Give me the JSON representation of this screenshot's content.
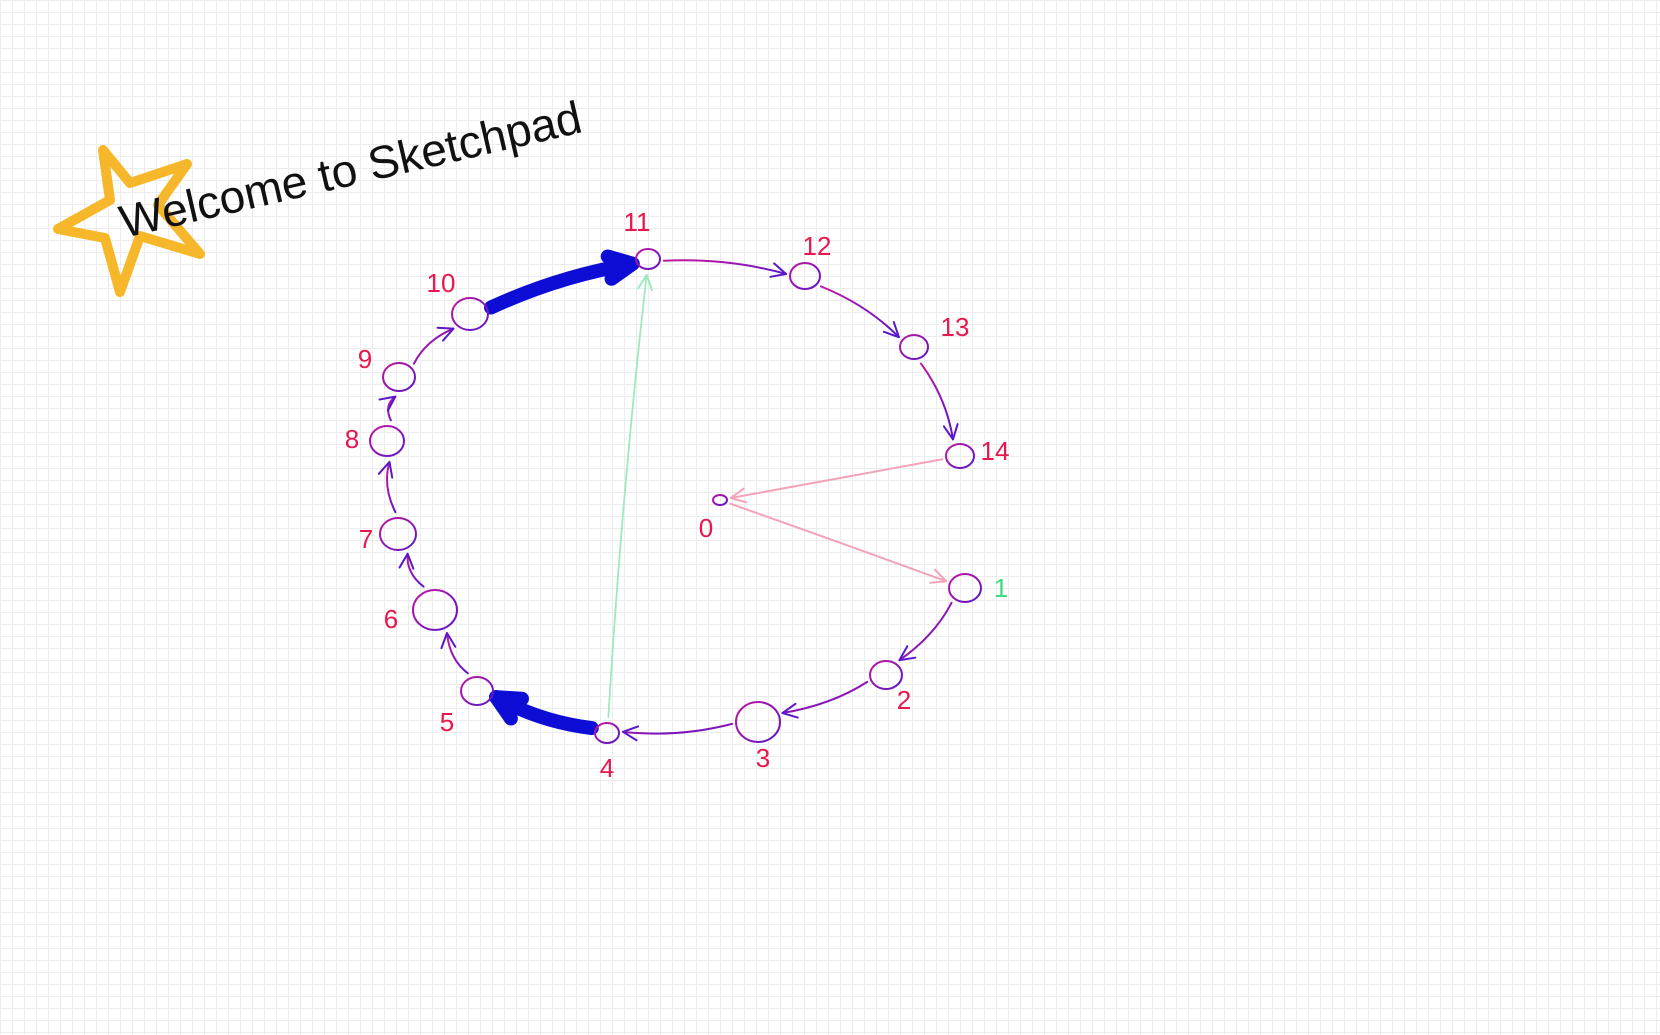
{
  "app": {
    "welcome_text": "Welcome to Sketchpad"
  },
  "colors": {
    "grid": "#ececec",
    "label": "#e8174d",
    "label_highlight": "#3ddc84",
    "stroke_magenta": "#c2189e",
    "stroke_purple": "#5a16c9",
    "stroke_pink": "#f2a3b7",
    "stroke_mint": "#9fe8c0",
    "stroke_blue": "#0d0dd6",
    "star": "#f6b82a"
  },
  "nodes": [
    {
      "id": "0",
      "label": "0"
    },
    {
      "id": "1",
      "label": "1",
      "highlight": true
    },
    {
      "id": "2",
      "label": "2"
    },
    {
      "id": "3",
      "label": "3"
    },
    {
      "id": "4",
      "label": "4"
    },
    {
      "id": "5",
      "label": "5"
    },
    {
      "id": "6",
      "label": "6"
    },
    {
      "id": "7",
      "label": "7"
    },
    {
      "id": "8",
      "label": "8"
    },
    {
      "id": "9",
      "label": "9"
    },
    {
      "id": "10",
      "label": "10"
    },
    {
      "id": "11",
      "label": "11"
    },
    {
      "id": "12",
      "label": "12"
    },
    {
      "id": "13",
      "label": "13"
    },
    {
      "id": "14",
      "label": "14"
    }
  ],
  "edges": [
    {
      "from": "14",
      "to": "0",
      "style": "pink"
    },
    {
      "from": "0",
      "to": "1",
      "style": "pink"
    },
    {
      "from": "1",
      "to": "2",
      "style": "thin"
    },
    {
      "from": "2",
      "to": "3",
      "style": "thin"
    },
    {
      "from": "3",
      "to": "4",
      "style": "thin"
    },
    {
      "from": "4",
      "to": "5",
      "style": "bold"
    },
    {
      "from": "5",
      "to": "6",
      "style": "thin"
    },
    {
      "from": "6",
      "to": "7",
      "style": "thin"
    },
    {
      "from": "7",
      "to": "8",
      "style": "thin"
    },
    {
      "from": "8",
      "to": "9",
      "style": "thin"
    },
    {
      "from": "9",
      "to": "10",
      "style": "thin"
    },
    {
      "from": "10",
      "to": "11",
      "style": "bold"
    },
    {
      "from": "11",
      "to": "12",
      "style": "thin"
    },
    {
      "from": "12",
      "to": "13",
      "style": "thin"
    },
    {
      "from": "13",
      "to": "14",
      "style": "thin"
    },
    {
      "from": "4",
      "to": "11",
      "style": "mint"
    }
  ]
}
